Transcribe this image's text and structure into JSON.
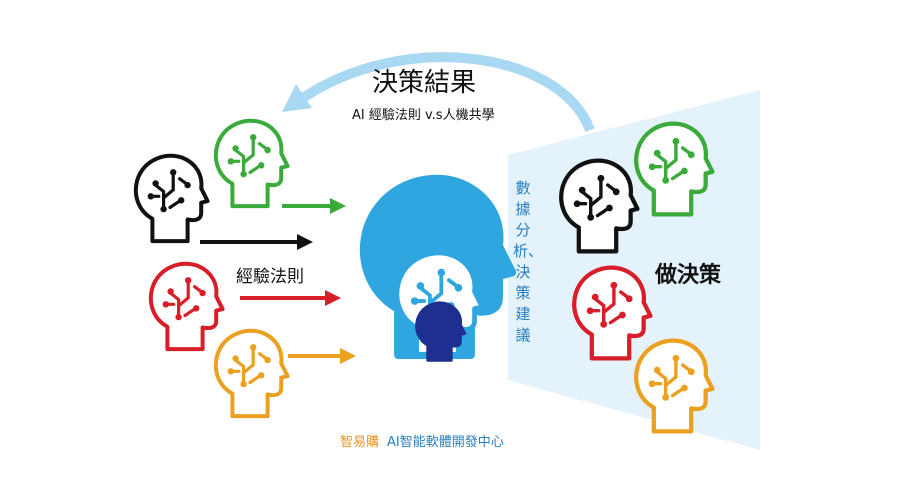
{
  "title": "決策結果",
  "subtitle": "AI 經驗法則 v.s人機共學",
  "rule_label": "經驗法則",
  "vertical_label": "數據分析、決策建議",
  "decide_label": "做決策",
  "footer": {
    "brand": "智易購",
    "center": "AI智能軟體開發中心"
  },
  "colors": {
    "black": "#111111",
    "green": "#3aaa3a",
    "red": "#d81e28",
    "orange": "#eba020",
    "blue": "#2fa6e0",
    "navy": "#1f2f8f",
    "panel": "#e3f2fb",
    "arc": "#a9d9f2"
  }
}
